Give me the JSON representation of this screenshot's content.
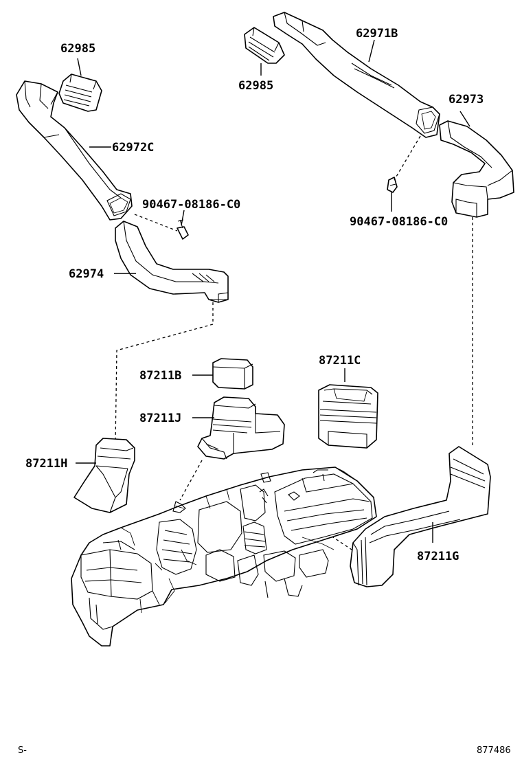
{
  "parts": {
    "p62985_left": "62985",
    "p62985_right": "62985",
    "p62972c": "62972C",
    "p62971b": "62971B",
    "p62973": "62973",
    "p90467_left": "90467-08186-C0",
    "p90467_right": "90467-08186-C0",
    "p62974": "62974",
    "p87211b": "87211B",
    "p87211j": "87211J",
    "p87211c": "87211C",
    "p87211h": "87211H",
    "p87211g": "87211G"
  },
  "footer": {
    "section_code": "S-",
    "diagram_number": "877486"
  }
}
